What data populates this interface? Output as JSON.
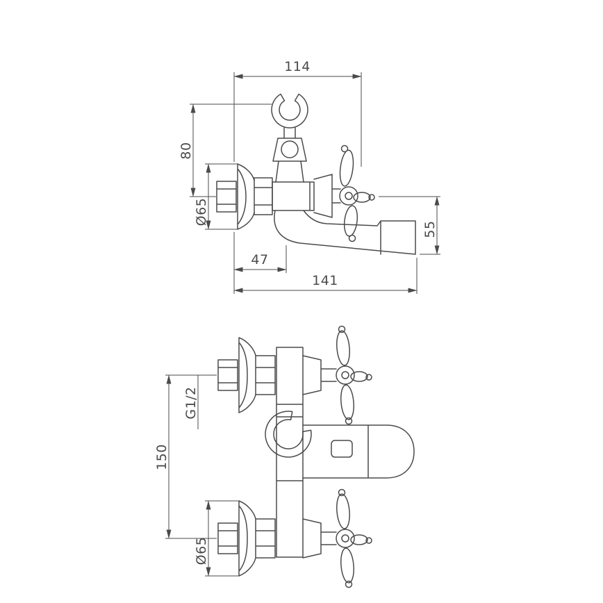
{
  "page": {
    "background": "#ffffff",
    "line_color": "#4a4a4a",
    "description": "Technical dimensional drawing of a wall-mounted bath mixer tap, two orthographic views"
  },
  "drawing": {
    "side_view": {
      "dim_width_overall": "114",
      "dim_bracket_height": "80",
      "dim_flange_diameter": "Ø65",
      "dim_spout_drop": "55",
      "dim_wall_to_spout_axis": "47",
      "dim_spout_reach": "141"
    },
    "front_view": {
      "dim_inlet_thread": "G1/2",
      "dim_inlet_spacing": "150",
      "dim_flange_diameter": "Ø65"
    }
  }
}
